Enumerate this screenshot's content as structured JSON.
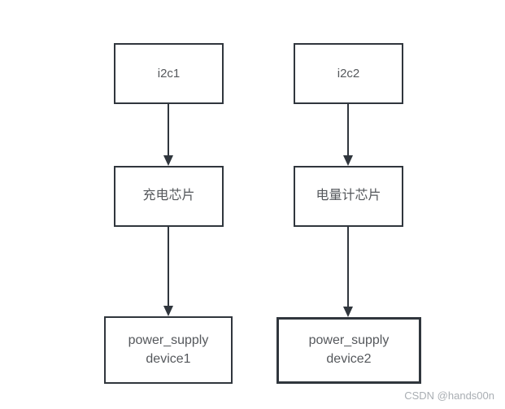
{
  "diagram": {
    "type": "flowchart",
    "colors": {
      "stroke": "#30363d",
      "node_text": "#55585c",
      "background": "#ffffff",
      "watermark_text": "#a9aeb3"
    },
    "nodes": {
      "i2c1": {
        "label": "i2c1"
      },
      "i2c2": {
        "label": "i2c2"
      },
      "charge_chip": {
        "label": "充电芯片"
      },
      "fuel_gauge_chip": {
        "label": "电量计芯片"
      },
      "power_supply_device1": {
        "label": "power_supply\ndevice1"
      },
      "power_supply_device2": {
        "label": "power_supply\ndevice2"
      }
    },
    "edges": [
      {
        "from": "i2c1",
        "to": "charge_chip"
      },
      {
        "from": "i2c2",
        "to": "fuel_gauge_chip"
      },
      {
        "from": "charge_chip",
        "to": "power_supply_device1"
      },
      {
        "from": "fuel_gauge_chip",
        "to": "power_supply_device2"
      }
    ]
  },
  "watermark": {
    "text": "CSDN @hands00n"
  }
}
